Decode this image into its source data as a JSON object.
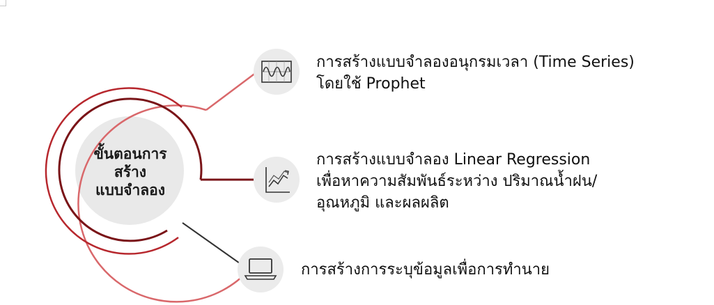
{
  "center": {
    "lines": [
      "ขั้นตอนการ",
      "สร้าง",
      "แบบจำลอง"
    ]
  },
  "steps": [
    {
      "icon": "waveform-chart-icon",
      "lines": [
        "การสร้างแบบจำลองอนุกรมเวลา (Time Series)",
        "โดยใช้ Prophet"
      ]
    },
    {
      "icon": "trend-chart-icon",
      "lines": [
        "การสร้างแบบจำลอง Linear Regression",
        "เพื่อหาความสัมพันธ์ระหว่าง ปริมาณน้ำฝน/",
        "อุณหภูมิ และผลผลิต"
      ]
    },
    {
      "icon": "laptop-icon",
      "lines": [
        "การสร้างการระบุข้อมูลเพื่อการทำนาย"
      ]
    }
  ],
  "colors": {
    "outer_ring": "#d9686b",
    "middle_ring": "#b7282e",
    "inner_ring": "#7a1418",
    "center_fill": "#e9e9e9",
    "icon_bg": "#ebebeb",
    "icon_stroke": "#333333"
  }
}
